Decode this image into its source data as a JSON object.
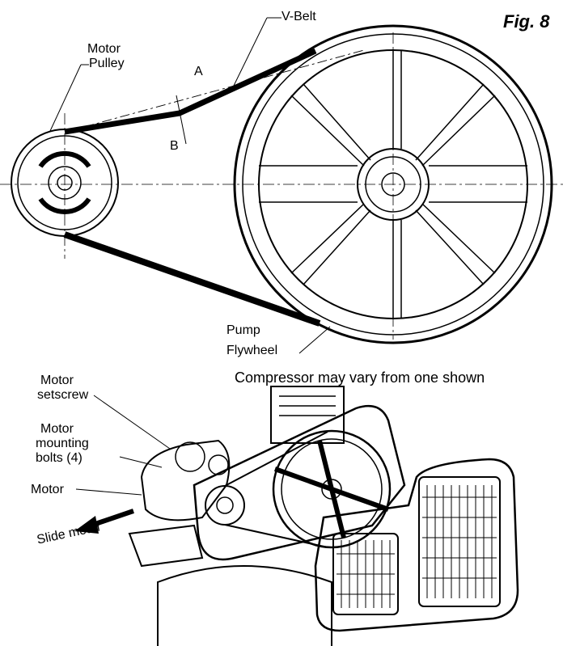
{
  "figure": {
    "number": "Fig. 8"
  },
  "labels": {
    "v_belt": "V-Belt",
    "motor_pulley": [
      "Motor",
      "Pulley"
    ],
    "point_a": "A",
    "point_b": "B",
    "pump_flywheel": [
      "Pump",
      "Flywheel"
    ],
    "motor_setscrew": [
      "Motor",
      "setscrew"
    ],
    "motor_mounting_bolts": [
      "Motor",
      "mounting",
      "bolts (4)"
    ],
    "motor": "Motor",
    "slide_motor": "Slide motor"
  },
  "note": "Compressor may vary from one shown"
}
